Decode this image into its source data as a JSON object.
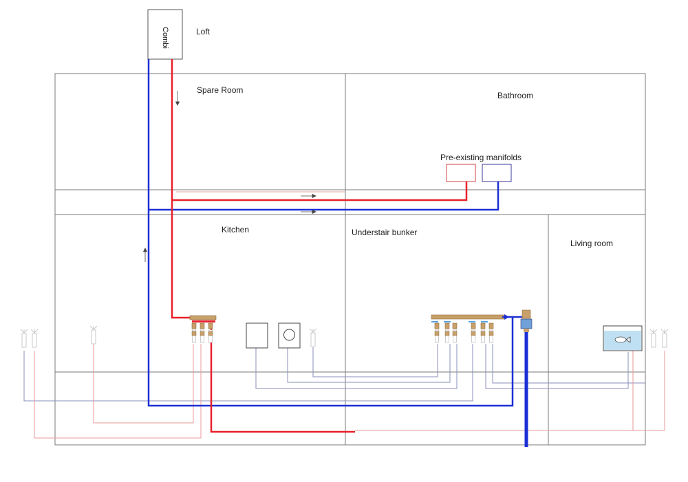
{
  "boiler": {
    "label": "Combi"
  },
  "rooms": {
    "loft": "Loft",
    "spare_room": "Spare Room",
    "bathroom": "Bathroom",
    "kitchen": "Kitchen",
    "understair_bunker": "Understair bunker",
    "living_room": "Living room"
  },
  "manifolds": {
    "label": "Pre-existing manifolds"
  },
  "colors": {
    "hot": "#e8202a",
    "hot_light": "#e89a9a",
    "cold": "#1b2fd6",
    "cold_light": "#8a8fb8",
    "wall": "#7a7a7a",
    "fitting": "#c9a06a",
    "tank": "#bfe0f2"
  },
  "icons": [
    "tap-icon",
    "appliance-icon",
    "washing-machine-icon",
    "fish-tank-icon",
    "brass-manifold-icon",
    "stopcock-icon",
    "flow-arrow-icon"
  ]
}
